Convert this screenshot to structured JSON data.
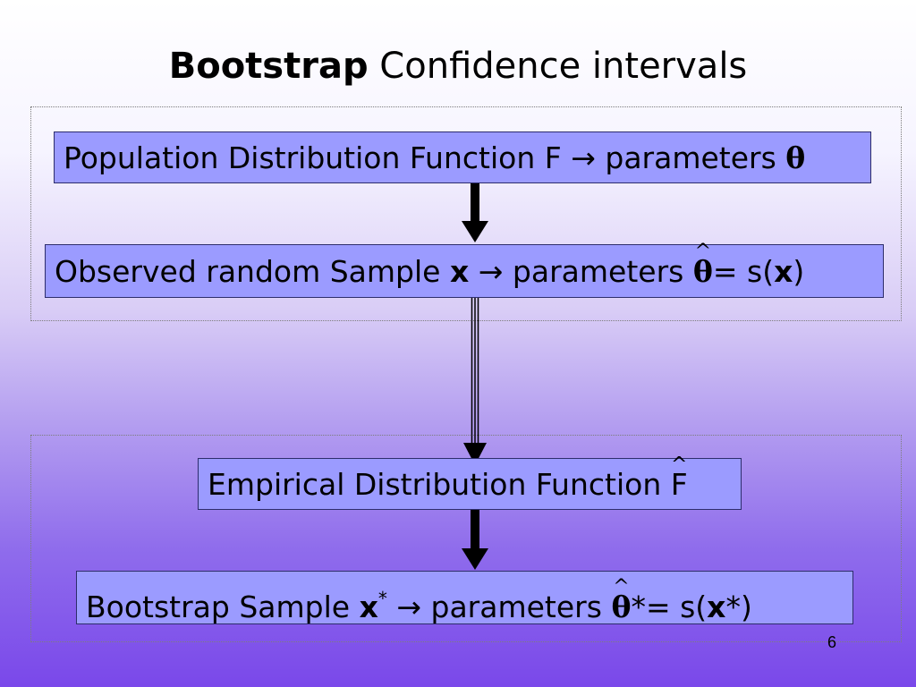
{
  "slide": {
    "title_bold": "Bootstrap",
    "title_rest": " Confidence intervals",
    "page_number": "6"
  },
  "boxes": {
    "population": {
      "text": "Population Distribution Function F",
      "arrow": "→",
      "params_label": "parameters",
      "theta": "θ"
    },
    "observed": {
      "text": "Observed random Sample",
      "x": "x",
      "arrow": "→",
      "params_label": "parameters",
      "theta": "θ",
      "eq": "= s(",
      "x2": "x",
      "close": ")"
    },
    "empirical": {
      "text": "Empirical Distribution Function",
      "F": "F"
    },
    "bootstrap": {
      "text": "Bootstrap Sample",
      "x": "x",
      "star": "*",
      "arrow": "→",
      "params_label": "parameters",
      "theta": "θ",
      "theta_star": "*",
      "eq": "= s(",
      "x2": "x",
      "close": "*)"
    }
  }
}
